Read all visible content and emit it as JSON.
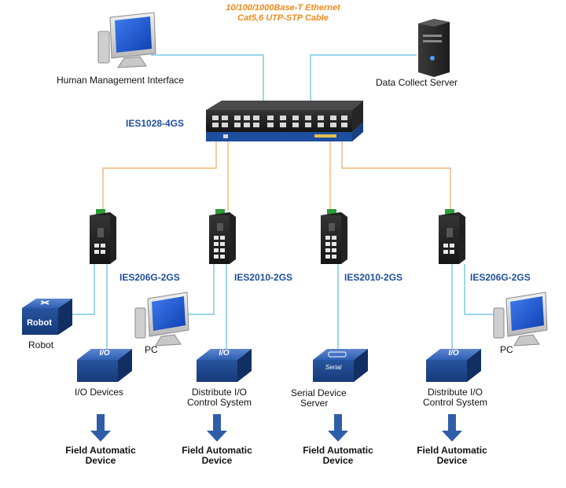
{
  "cable_caption": {
    "line1": "10/100/1000Base-T Ethernet",
    "line2": "Cat5,6 UTP-STP Cable"
  },
  "top_devices": {
    "hmi_label": "Human Management Interface",
    "server_label": "Data Collect Server"
  },
  "core_switch": {
    "model": "IES1028-4GS"
  },
  "branches": [
    {
      "switch_model": "IES206G-2GS",
      "side_device_label": "Robot",
      "side_device_badge": "Robot",
      "io_box_text": "I/O",
      "io_device_lines": [
        "I/O Devices"
      ],
      "field_lines": [
        "Field Automatic",
        "Device"
      ]
    },
    {
      "switch_model": "IES2010-2GS",
      "side_device_label": "PC",
      "io_box_text": "I/O",
      "io_device_lines": [
        "Distribute I/O",
        "Control System"
      ],
      "field_lines": [
        "Field Automatic",
        "Device"
      ]
    },
    {
      "switch_model": "IES2010-2GS",
      "io_box_text": "Serial",
      "io_device_lines": [
        "Serial Device",
        "Server"
      ],
      "field_lines": [
        "Field Automatic",
        "Device"
      ]
    },
    {
      "switch_model": "IES206G-2GS",
      "side_device_label": "PC",
      "io_box_text": "I/O",
      "io_device_lines": [
        "Distribute I/O",
        "Control System"
      ],
      "field_lines": [
        "Field Automatic",
        "Device"
      ]
    }
  ],
  "colors": {
    "fiber_link": "#f0a860",
    "ethernet_link": "#5bbde0",
    "model_text": "#1f4e9a",
    "cable_text": "#ef8a1a",
    "box_blue": "#1f4f9f",
    "arrow_blue": "#2f5ea8"
  }
}
